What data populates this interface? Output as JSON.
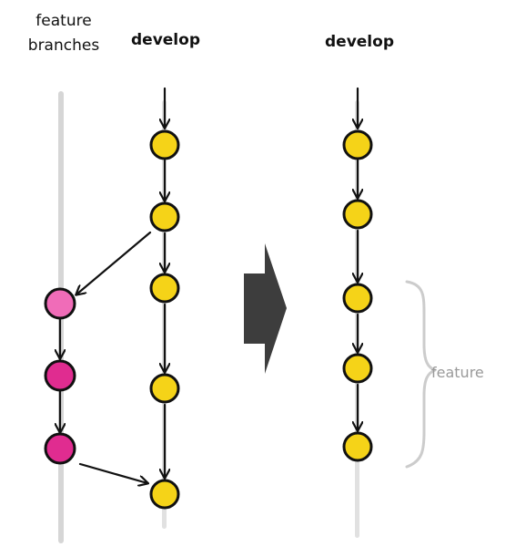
{
  "labels": {
    "feature_branches": "feature branches",
    "develop_left": "develop",
    "develop_right": "develop",
    "feature_annotation": "feature"
  },
  "colors": {
    "rail": "#d6d6d6",
    "commit_develop": "#f5d318",
    "commit_feature_first": "#f06cb8",
    "commit_feature": "#e02c90",
    "outline": "#111111",
    "arrow": "#111111",
    "transition_arrow": "#3d3d3d",
    "brace": "#cccccc",
    "annotation_text": "#9a9a9a"
  },
  "diagram": {
    "before": {
      "feature_branch_commits": 3,
      "develop_commits": 5,
      "branch_from_commit": 2,
      "merge_into_commit": 5
    },
    "after": {
      "develop_commits": 5,
      "feature_commits_range": [
        3,
        5
      ]
    }
  }
}
